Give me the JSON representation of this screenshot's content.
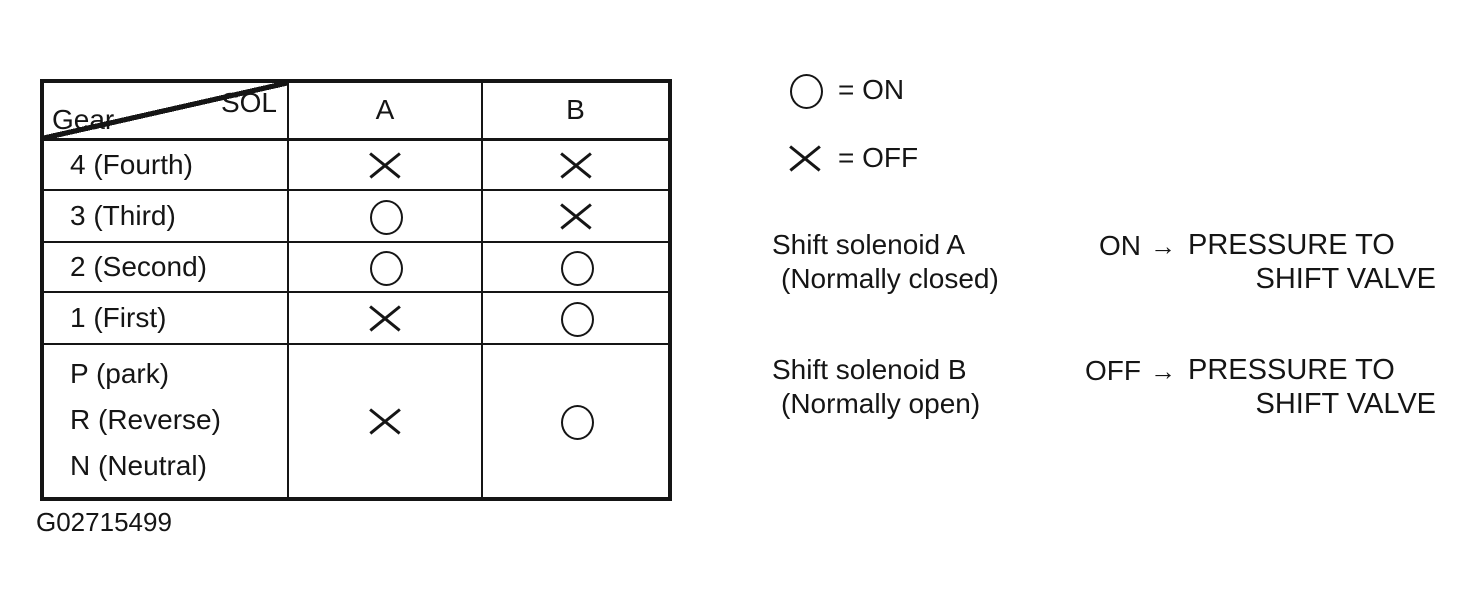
{
  "colors": {
    "ink": "#151515",
    "background": "#ffffff"
  },
  "table": {
    "corner_top_right": "SOL",
    "corner_bottom_left": "Gear",
    "columns": [
      "A",
      "B"
    ],
    "rows": [
      {
        "gear": "4 (Fourth)",
        "sol_a": "OFF",
        "sol_b": "OFF"
      },
      {
        "gear": "3 (Third)",
        "sol_a": "ON",
        "sol_b": "OFF"
      },
      {
        "gear": "2 (Second)",
        "sol_a": "ON",
        "sol_b": "ON"
      },
      {
        "gear": "1 (First)",
        "sol_a": "OFF",
        "sol_b": "ON"
      },
      {
        "gear_lines": [
          "P (park)",
          "R (Reverse)",
          "N (Neutral)"
        ],
        "sol_a": "OFF",
        "sol_b": "ON"
      }
    ]
  },
  "legend": [
    {
      "symbol": "circle",
      "label": "= ON"
    },
    {
      "symbol": "cross",
      "label": "= OFF"
    }
  ],
  "notes": [
    {
      "name_line1": "Shift solenoid A",
      "name_line2": "(Normally closed)",
      "state": "ON",
      "arrow": "→",
      "result_line1": "PRESSURE TO",
      "result_line2": "SHIFT VALVE"
    },
    {
      "name_line1": "Shift solenoid B",
      "name_line2": "(Normally open)",
      "state": "OFF",
      "arrow": "→",
      "result_line1": "PRESSURE TO",
      "result_line2": "SHIFT VALVE"
    }
  ],
  "figure_id": "G02715499"
}
